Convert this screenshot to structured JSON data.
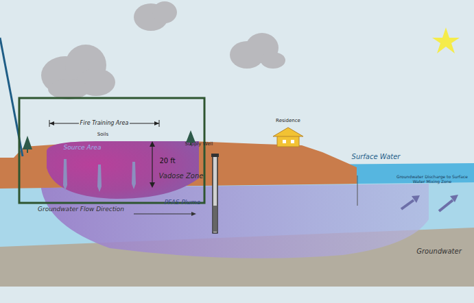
{
  "diagram": {
    "labels": [
      "Fire Training Area",
      "Soils",
      "Source Area",
      "20 ft",
      "Vadose Zone",
      "Residence",
      "Supply Well",
      "Surface Water",
      "Groundwater Discharge to Surface Water Mixing Zone",
      "PFAS Plume",
      "Groundwater Flow Direction",
      "Groundwater"
    ]
  }
}
